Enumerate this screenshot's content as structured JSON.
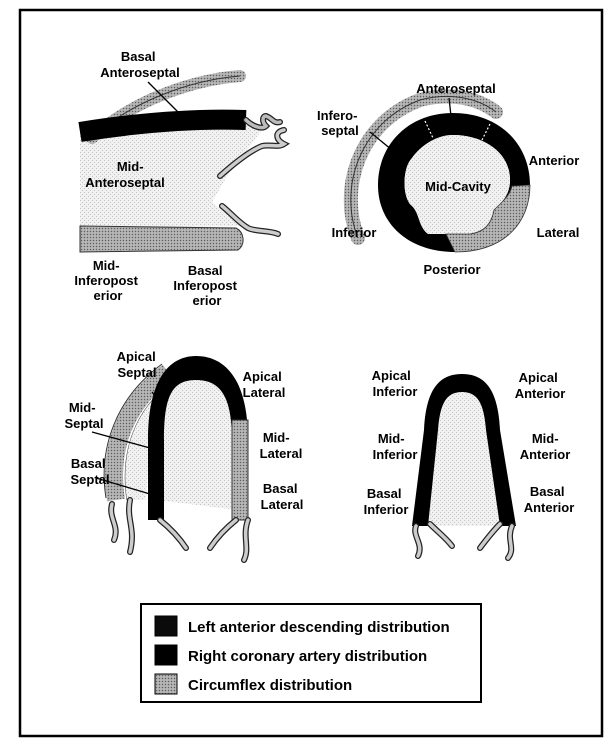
{
  "colors": {
    "lad": "#0b0b0b",
    "rca": "#000000",
    "circumflex": "#9a9a9a",
    "myocardium_fill": "#ebebeb"
  },
  "views": {
    "long_axis": {
      "labels": {
        "basal_anteroseptal": [
          "Basal",
          "Anteroseptal"
        ],
        "mid_anteroseptal": [
          "Mid-",
          "Anteroseptal"
        ],
        "mid_inferoposterior": [
          "Mid-",
          "Inferopost",
          "erior"
        ],
        "basal_inferoposterior": [
          "Basal",
          "Inferopost",
          "erior"
        ]
      }
    },
    "short_axis": {
      "labels": {
        "anteroseptal": "Anteroseptal",
        "inferoseptal": [
          "Infero-",
          "septal"
        ],
        "anterior": "Anterior",
        "mid_cavity": "Mid-Cavity",
        "inferior": "Inferior",
        "lateral": "Lateral",
        "posterior": "Posterior"
      }
    },
    "four_chamber": {
      "labels": {
        "apical_septal": [
          "Apical",
          "Septal"
        ],
        "mid_septal": [
          "Mid-",
          "Septal"
        ],
        "basal_septal": [
          "Basal",
          "Septal"
        ],
        "apical_lateral": [
          "Apical",
          "Lateral"
        ],
        "mid_lateral": [
          "Mid-",
          "Lateral"
        ],
        "basal_lateral": [
          "Basal",
          "Lateral"
        ]
      }
    },
    "two_chamber": {
      "labels": {
        "apical_inferior": [
          "Apical",
          "Inferior"
        ],
        "mid_inferior": [
          "Mid-",
          "Inferior"
        ],
        "basal_inferior": [
          "Basal",
          "Inferior"
        ],
        "apical_anterior": [
          "Apical",
          "Anterior"
        ],
        "mid_anterior": [
          "Mid-",
          "Anterior"
        ],
        "basal_anterior": [
          "Basal",
          "Anterior"
        ]
      }
    }
  },
  "legend": {
    "items": [
      {
        "label": "Left anterior descending distribution",
        "swatch": "lad"
      },
      {
        "label": "Right coronary artery distribution",
        "swatch": "rca"
      },
      {
        "label": "Circumflex distribution",
        "swatch": "circumflex"
      }
    ]
  }
}
